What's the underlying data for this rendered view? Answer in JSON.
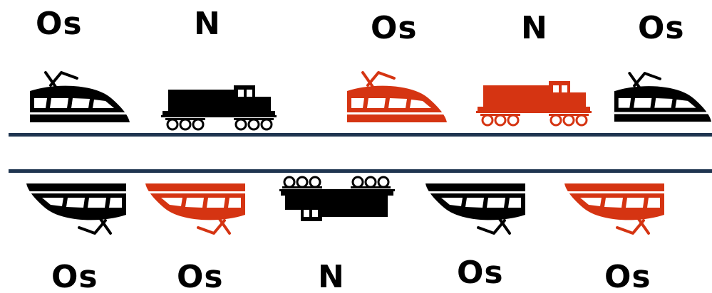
{
  "colors": {
    "black": "#000000",
    "red": "#d53412",
    "track": "#1f3550"
  },
  "top_row": {
    "labels": [
      "Os",
      "N",
      "Os",
      "N",
      "Os"
    ],
    "icons": [
      {
        "kind": "bullet-train-icon",
        "color": "black"
      },
      {
        "kind": "diesel-locomotive-icon",
        "color": "black"
      },
      {
        "kind": "bullet-train-icon",
        "color": "red"
      },
      {
        "kind": "diesel-locomotive-icon",
        "color": "red"
      },
      {
        "kind": "bullet-train-icon",
        "color": "black"
      }
    ]
  },
  "bottom_row": {
    "labels": [
      "Os",
      "Os",
      "N",
      "Os",
      "Os"
    ],
    "icons": [
      {
        "kind": "bullet-train-icon",
        "color": "black",
        "orientation": "upside-down"
      },
      {
        "kind": "bullet-train-icon",
        "color": "red",
        "orientation": "upside-down"
      },
      {
        "kind": "diesel-locomotive-icon",
        "color": "black",
        "orientation": "upside-down"
      },
      {
        "kind": "bullet-train-icon",
        "color": "black",
        "orientation": "upside-down"
      },
      {
        "kind": "bullet-train-icon",
        "color": "red",
        "orientation": "upside-down"
      }
    ]
  }
}
